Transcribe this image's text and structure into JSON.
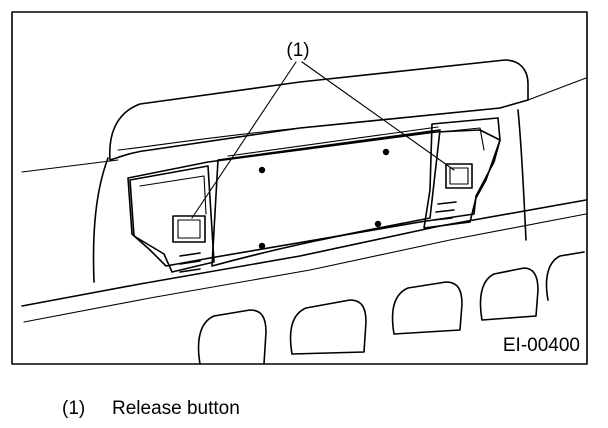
{
  "figure": {
    "callout": "(1)",
    "code": "EI-00400"
  },
  "legend": {
    "items": [
      {
        "number": "(1)",
        "text": "Release button"
      }
    ]
  }
}
